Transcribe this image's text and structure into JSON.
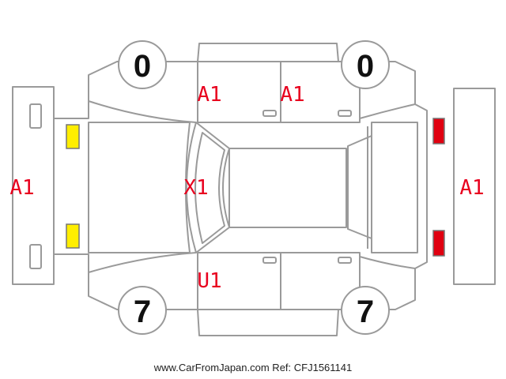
{
  "tires": {
    "front_left": "0",
    "front_right": "7",
    "rear_left": "0",
    "rear_right": "7"
  },
  "damage_codes": {
    "front_bumper": "A1",
    "rear_bumper": "A1",
    "left_front_door": "A1",
    "left_rear_door": "A1",
    "roof": "X1",
    "right_front_door": "U1"
  },
  "lights": {
    "front_left": {
      "color": "#ffee00"
    },
    "front_right": {
      "color": "#ffee00"
    },
    "rear_left": {
      "color": "#e00010"
    },
    "rear_right": {
      "color": "#e00010"
    }
  },
  "colors": {
    "damage_label": "#e8001e",
    "outline": "#9a9a9a"
  },
  "footer": "www.CarFromJapan.com Ref: CFJ1561141"
}
